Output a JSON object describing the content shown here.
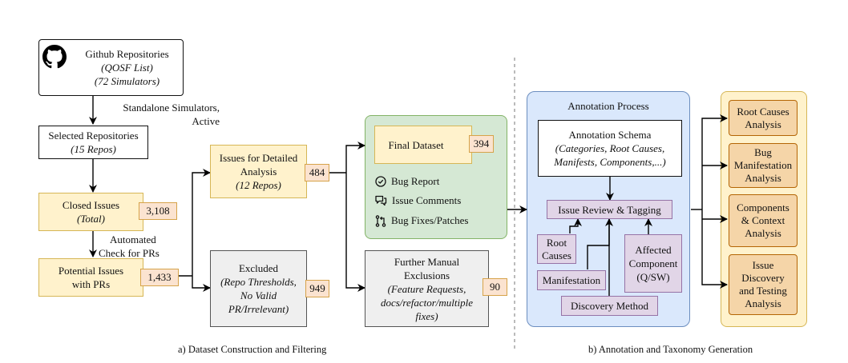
{
  "section_a": {
    "caption": "a) Dataset Construction and Filtering",
    "github": {
      "title": "Github Repositories",
      "sub1": "(QOSF List)",
      "sub2": "(72 Simulators)",
      "icon": "github-icon"
    },
    "edge_github_selected": {
      "line1": "Standalone Simulators,",
      "line2": "Active"
    },
    "selected": {
      "title": "Selected Repositories",
      "sub": "(15 Repos)"
    },
    "closed": {
      "title": "Closed Issues",
      "sub": "(Total)",
      "count": "3,108"
    },
    "edge_closed_potential": {
      "line1": "Automated",
      "line2": "Check for PRs"
    },
    "potential": {
      "line1": "Potential Issues",
      "line2": "with PRs",
      "count": "1,433"
    },
    "detailed": {
      "line1": "Issues for Detailed",
      "line2": "Analysis",
      "sub": "(12 Repos)",
      "count": "484"
    },
    "excluded": {
      "title": "Excluded",
      "sub1": "(Repo Thresholds,",
      "sub2": "No Valid",
      "sub3": "PR/Irrelevant)",
      "count": "949"
    },
    "final": {
      "title": "Final Dataset",
      "count": "394",
      "items": [
        {
          "icon": "check-circle-icon",
          "label": "Bug Report"
        },
        {
          "icon": "comments-icon",
          "label": "Issue Comments"
        },
        {
          "icon": "pull-request-icon",
          "label": "Bug Fixes/Patches"
        }
      ]
    },
    "further": {
      "line1": "Further Manual",
      "line2": "Exclusions",
      "sub1": "(Feature Requests,",
      "sub2": "docs/refactor/multiple",
      "sub3": "fixes)",
      "count": "90"
    }
  },
  "section_b": {
    "caption": "b) Annotation and Taxonomy Generation",
    "panel_title": "Annotation Process",
    "schema": {
      "title": "Annotation Schema",
      "sub1": "(Categories, Root Causes,",
      "sub2": "Manifests, Components,...)"
    },
    "review": "Issue Review & Tagging",
    "root_causes": {
      "line1": "Root",
      "line2": "Causes"
    },
    "manifestation": "Manifestation",
    "affected": {
      "line1": "Affected",
      "line2": "Component",
      "line3": "(Q/SW)"
    },
    "discovery": "Discovery Method",
    "outputs": [
      {
        "lines": [
          "Root Causes",
          "Analysis"
        ]
      },
      {
        "lines": [
          "Bug",
          "Manifestation",
          "Analysis"
        ]
      },
      {
        "lines": [
          "Components",
          "& Context",
          "Analysis"
        ]
      },
      {
        "lines": [
          "Issue",
          "Discovery",
          "and Testing",
          "Analysis"
        ]
      }
    ]
  }
}
